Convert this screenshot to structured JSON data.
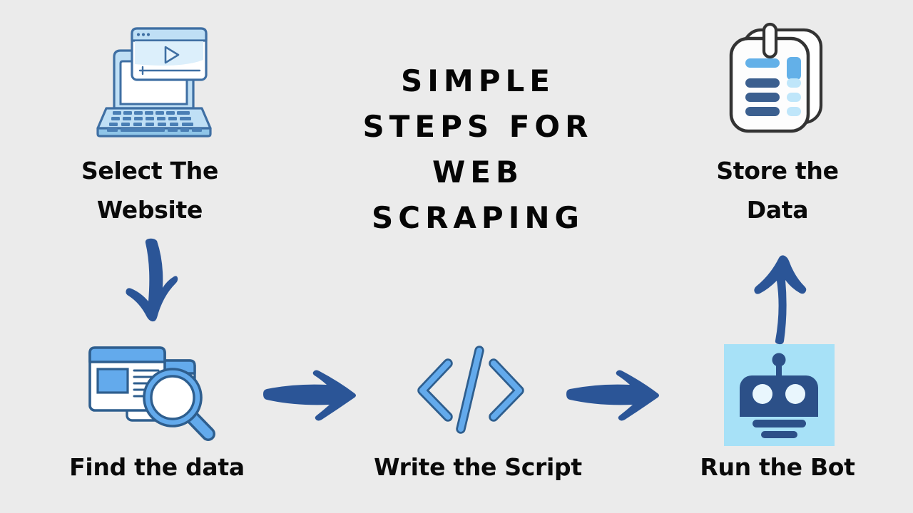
{
  "page": {
    "background_color": "#ebebeb",
    "title_lines": [
      "SIMPLE",
      "STEPS FOR",
      "WEB",
      "SCRAPING"
    ],
    "title_full": "SIMPLE STEPS FOR WEB SCRAPING"
  },
  "palette": {
    "background": "#ebebeb",
    "text_black": "#0a0a0a",
    "arrow_blue": "#2b5597",
    "dark_navy": "#2c5088",
    "outline_navy": "#2e5e8e",
    "mid_blue": "#5ba7e8",
    "light_blue": "#cfe6f7",
    "pale_blue": "#e4f1fb",
    "sky_bg": "#a7e1f7",
    "clip_outline": "#333333",
    "clip_mid_blue": "#63b0e8",
    "clip_dark_bar": "#3b5f8f",
    "clip_pale_pill": "#bfe6fa",
    "white": "#ffffff"
  },
  "steps": [
    {
      "id": "select-website",
      "label_lines": [
        "Select The",
        "Website"
      ],
      "label": "Select The Website",
      "icon": "laptop-video-icon",
      "position": "top-left"
    },
    {
      "id": "find-data",
      "label_lines": [
        "Find the data"
      ],
      "label": "Find the data",
      "icon": "browser-magnifier-icon",
      "position": "bottom-left"
    },
    {
      "id": "write-script",
      "label_lines": [
        "Write the Script"
      ],
      "label": "Write the Script",
      "icon": "code-brackets-icon",
      "position": "bottom-center"
    },
    {
      "id": "run-bot",
      "label_lines": [
        "Run the Bot"
      ],
      "label": "Run the Bot",
      "icon": "robot-icon",
      "position": "bottom-right"
    },
    {
      "id": "store-data",
      "label_lines": [
        "Store the",
        "Data"
      ],
      "label": "Store the Data",
      "icon": "clipboard-documents-icon",
      "position": "top-right"
    }
  ],
  "arrows": [
    {
      "id": "arrow-select-to-find",
      "direction": "down",
      "icon": "arrow-down-icon"
    },
    {
      "id": "arrow-find-to-write",
      "direction": "right",
      "icon": "arrow-right-icon"
    },
    {
      "id": "arrow-write-to-run",
      "direction": "right",
      "icon": "arrow-right-icon"
    },
    {
      "id": "arrow-run-to-store",
      "direction": "up",
      "icon": "arrow-up-icon"
    }
  ]
}
